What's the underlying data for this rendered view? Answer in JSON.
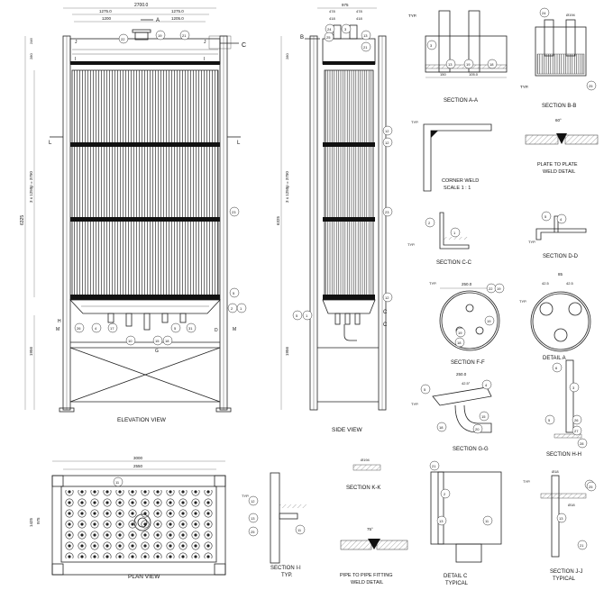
{
  "views": {
    "elevation": "ELEVATION VIEW",
    "side": "SIDE VIEW",
    "plan": "PLAN VIEW",
    "section_aa": "SECTION A-A",
    "section_bb": "SECTION B-B",
    "corner_weld": "CORNER WELD",
    "corner_scale": "SCALE 1 : 1",
    "plate_weld_1": "PLATE TO PLATE",
    "plate_weld_2": "WELD DETAIL",
    "section_cc": "SECTION C-C",
    "section_dd": "SECTION D-D",
    "section_ff": "SECTION F-F",
    "detail_a": "DETAIL  A",
    "section_gg": "SECTION G-G",
    "section_hh": "SECTION H-H",
    "section_ii": "SECTION I-I",
    "section_ii_sub": "TYP.",
    "section_kk": "SECTION K-K",
    "pipe_weld_1": "PIPE TO PIPE  FITTING",
    "pipe_weld_2": "WELD DETAIL",
    "detail_c": "DETAIL  C",
    "detail_c_sub": "TYPICAL",
    "section_jj": "SECTION J-J",
    "section_jj_sub": "TYPICAL"
  },
  "dimensions": {
    "overall_width": "2700.0",
    "half_a": "1275.0",
    "half_b": "1275.0",
    "inner_a": "1200",
    "inner_b": "1205.0",
    "height_total": "6325",
    "height_tubes": "3 x 1250p = 3750",
    "height_legs": "1956",
    "top_a": "280",
    "top_b": "246",
    "side_width": "975",
    "side_a": "478",
    "side_b": "478",
    "side_c": "418",
    "side_d": "418",
    "plan_width": "3000",
    "plan_inner": "2550",
    "plan_h1": "1425",
    "plan_h2": "975",
    "ff_a": "250.0",
    "aa_a": "150",
    "aa_b": "105.0",
    "da_a": "85",
    "da_b": "42.5",
    "da_c": "42.5",
    "gg_a": "250.0",
    "gg_angle": "42.5°",
    "weld_angle": "60°",
    "pipe_angle": "75°",
    "jj_d1": "Ø18",
    "jj_d2": "Ø18",
    "kk_d": "Ø194"
  },
  "section_letters": {
    "a": "A",
    "b": "B",
    "c": "C",
    "l": "L",
    "i": "I",
    "j": "J",
    "m": "M",
    "h": "H",
    "g": "G",
    "f": "F",
    "d": "D",
    "k": "K"
  },
  "notes": {
    "typ": "TYP."
  },
  "balloons": {
    "b1": "22",
    "b2": "19",
    "b3": "21",
    "b4": "23",
    "b5": "12",
    "b6": "5",
    "b7": "26",
    "b8": "4",
    "b9": "17",
    "b10": "18",
    "b11": "15",
    "b12": "20",
    "b13": "3",
    "b14": "31",
    "b15": "11",
    "b16": "2",
    "b17": "1",
    "b18": "6",
    "b19": "13",
    "b20": "25",
    "b21": "24",
    "b22": "14",
    "b23": "10",
    "b24": "27",
    "b25": "28"
  }
}
